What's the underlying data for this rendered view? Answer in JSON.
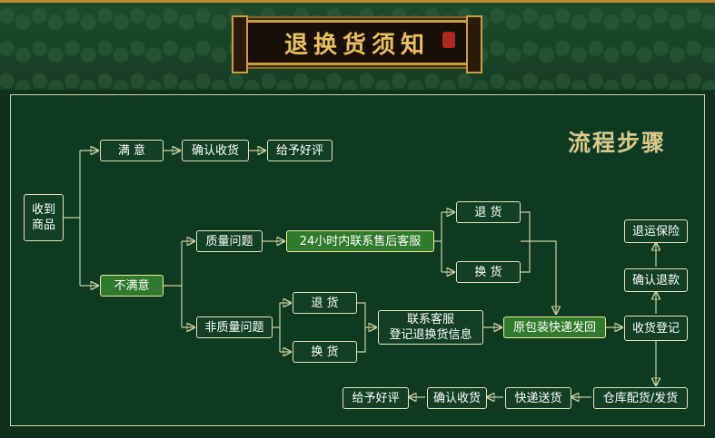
{
  "header": {
    "title": "退换货须知"
  },
  "panel": {
    "title": "流程步骤"
  },
  "nodes": {
    "received": "收到\n商品",
    "satisfied": "满 意",
    "confirm_receipt_top": "确认收货",
    "good_review_top": "给予好评",
    "unsatisfied": "不满意",
    "quality_issue": "质量问题",
    "contact_24h": "24小时内联系售后客服",
    "return_top": "退 货",
    "exchange_top": "换 货",
    "non_quality_issue": "非质量问题",
    "return_bottom": "退 货",
    "exchange_bottom": "换 货",
    "contact_service_1": "联系客服",
    "contact_service_2": "登记退换货信息",
    "ship_back": "原包装快递发回",
    "receive_register": "收货登记",
    "confirm_refund": "确认退款",
    "return_insurance": "退运保险",
    "warehouse_ship": "仓库配货/发货",
    "express_delivery": "快递送货",
    "confirm_receipt_bottom": "确认收货",
    "good_review_bottom": "给予好评"
  },
  "colors": {
    "background": "#10301c",
    "highlight": "#2f7a2c",
    "line": "#c9cfa0",
    "gold": "#c9a040"
  }
}
